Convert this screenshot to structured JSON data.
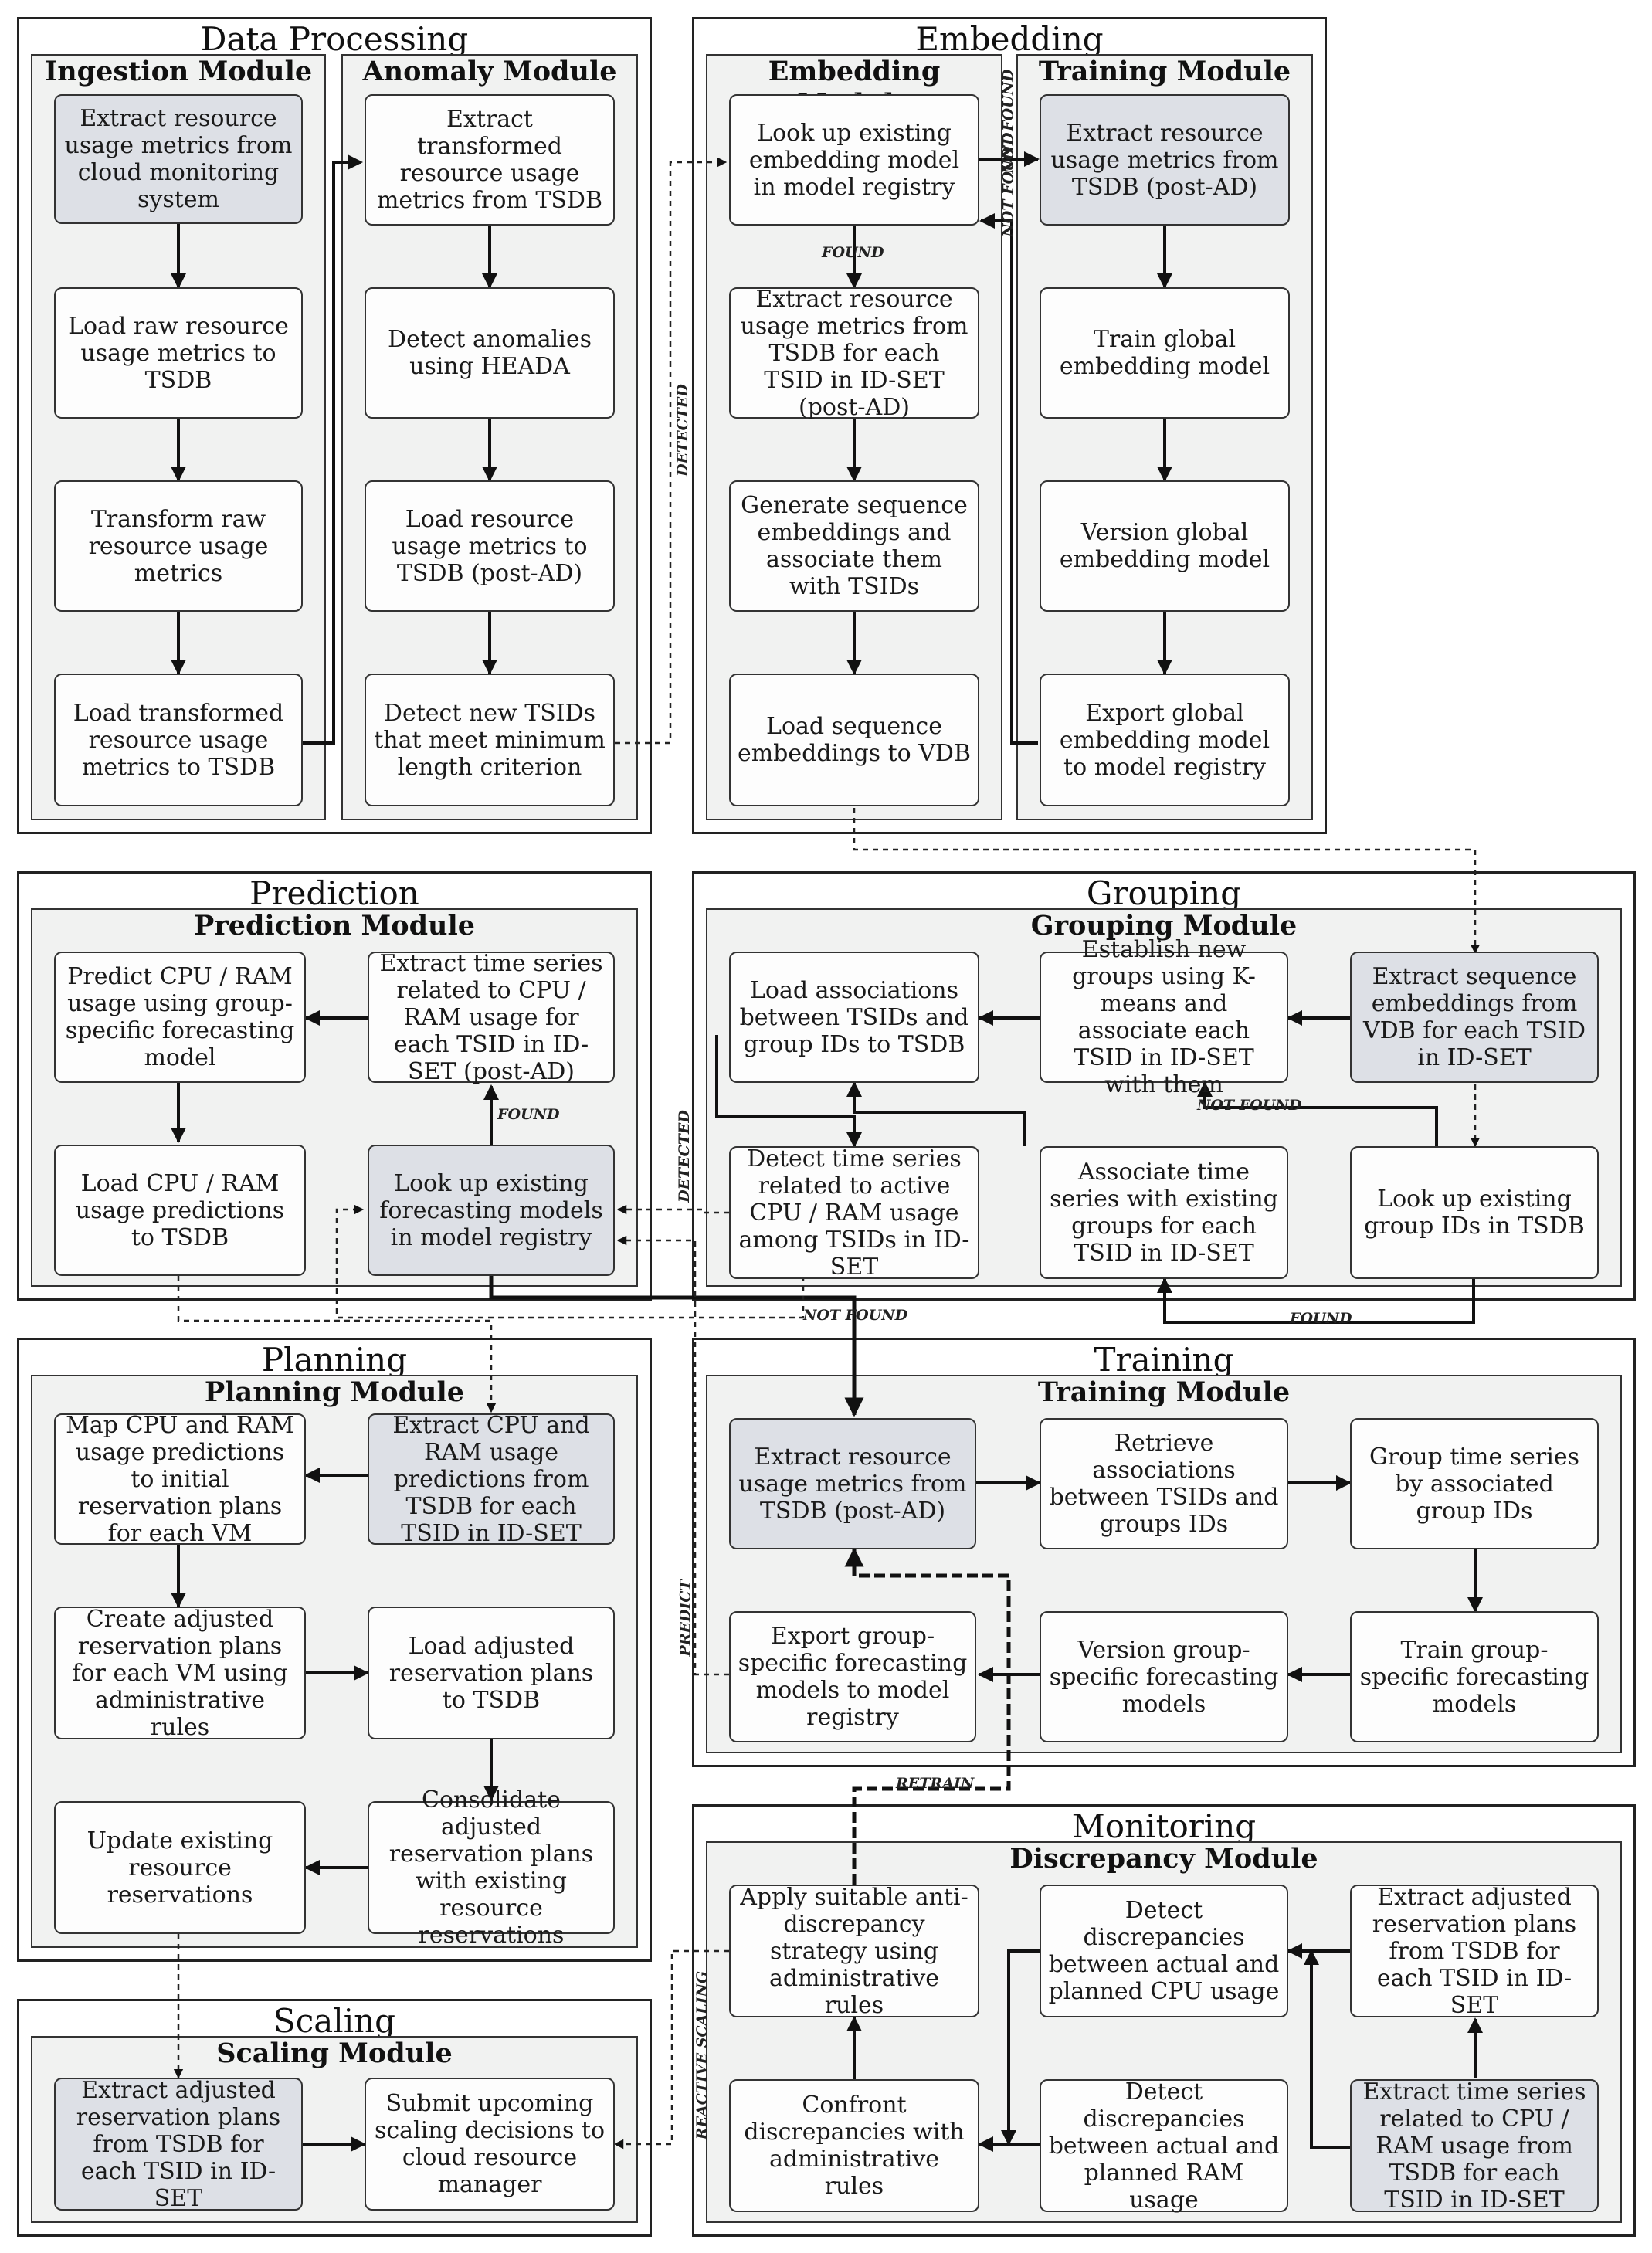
{
  "sections": {
    "data_processing": "Data Processing",
    "embedding": "Embedding",
    "prediction": "Prediction",
    "grouping": "Grouping",
    "planning": "Planning",
    "training": "Training",
    "scaling": "Scaling",
    "monitoring": "Monitoring"
  },
  "modules": {
    "ingestion": "Ingestion Module",
    "anomaly": "Anomaly Module",
    "embedding": "Embedding Module",
    "training_emb": "Training Module",
    "prediction": "Prediction Module",
    "grouping": "Grouping Module",
    "planning": "Planning Module",
    "training_grp": "Training Module",
    "scaling": "Scaling Module",
    "discrepancy": "Discrepancy Module"
  },
  "boxes": {
    "ing1": "Extract resource usage metrics from cloud monitoring system",
    "ing2": "Load raw resource usage metrics to TSDB",
    "ing3": "Transform raw resource usage metrics",
    "ing4": "Load transformed resource usage metrics to TSDB",
    "ano1": "Extract transformed resource usage metrics from TSDB",
    "ano2": "Detect anomalies using HEADA",
    "ano3": "Load resource usage metrics to TSDB (post-AD)",
    "ano4": "Detect new TSIDs that meet minimum length criterion",
    "emb1": "Look up existing embedding model in model registry",
    "emb2": "Extract resource usage metrics from TSDB for each TSID in ID-SET (post-AD)",
    "emb3": "Generate sequence embeddings and associate them with TSIDs",
    "emb4": "Load sequence embeddings to VDB",
    "tre1": "Extract resource usage metrics from TSDB (post-AD)",
    "tre2": "Train global embedding model",
    "tre3": "Version global embedding model",
    "tre4": "Export global embedding model to model registry",
    "pre1": "Predict CPU / RAM usage using group-specific forecasting model",
    "pre2": "Extract time series related to CPU / RAM usage for each TSID in ID-SET (post-AD)",
    "pre3": "Load CPU / RAM usage predictions to TSDB",
    "pre4": "Look up existing forecasting models in model registry",
    "grp1": "Load associations between TSIDs and group IDs to TSDB",
    "grp2": "Establish new groups using K-means and associate each TSID in ID-SET with them",
    "grp3": "Extract sequence embeddings from VDB for each TSID in ID-SET",
    "grp4": "Detect time series related to active CPU / RAM usage among TSIDs in ID-SET",
    "grp5": "Associate time series with existing groups for each TSID in ID-SET",
    "grp6": "Look up existing group IDs in TSDB",
    "pla1": "Map CPU and RAM usage predictions to initial reservation plans for each VM",
    "pla2": "Extract CPU and RAM usage predictions from TSDB for each TSID in ID-SET",
    "pla3": "Create adjusted reservation plans for each VM using administrative rules",
    "pla4": "Load adjusted reservation plans to TSDB",
    "pla5": "Update existing resource reservations",
    "pla6": "Consolidate adjusted reservation plans with existing resource reservations",
    "trg1": "Extract resource usage metrics from TSDB (post-AD)",
    "trg2": "Retrieve associations between TSIDs and groups IDs",
    "trg3": "Group time series by associated group IDs",
    "trg4": "Export group-specific forecasting models to model registry",
    "trg5": "Version group-specific forecasting models",
    "trg6": "Train group-specific forecasting models",
    "sca1": "Extract adjusted reservation plans from TSDB for each TSID in ID-SET",
    "sca2": "Submit upcoming scaling decisions to cloud resource manager",
    "mon1": "Apply suitable anti-discrepancy strategy using administrative rules",
    "mon2": "Detect discrepancies between actual and planned CPU usage",
    "mon3": "Extract adjusted reservation plans from TSDB for each TSID in ID-SET",
    "mon4": "Confront discrepancies with administrative rules",
    "mon5": "Detect discrepancies between actual and planned RAM usage",
    "mon6": "Extract time series related to CPU / RAM usage from TSDB for each TSID in ID-SET"
  },
  "labels": {
    "not_found": "NOT FOUND",
    "found": "FOUND",
    "detected": "DETECTED",
    "predict": "PREDICT",
    "retrain": "RETRAIN",
    "reactive_scaling": "REACTIVE SCALING"
  }
}
